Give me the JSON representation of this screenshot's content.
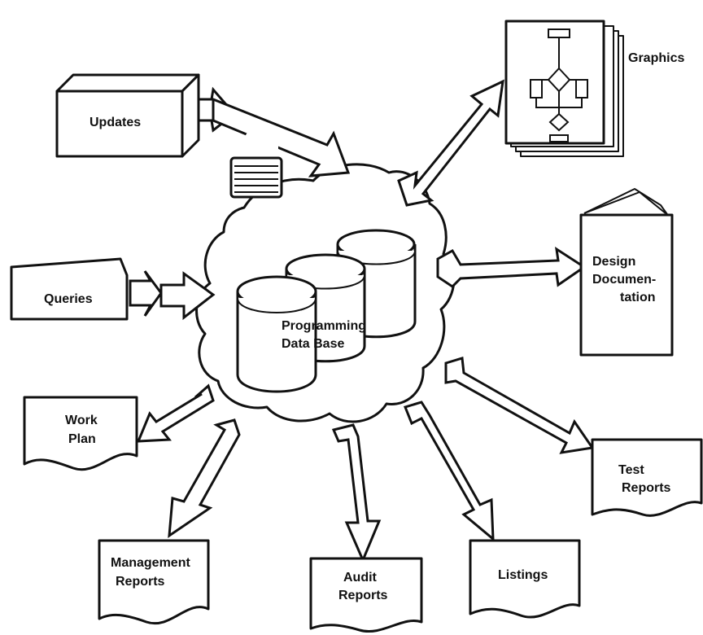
{
  "labels": {
    "updates": "Updates",
    "graphics": "Graphics",
    "queries": "Queries",
    "design_line1": "Design",
    "design_line2": "Documen-",
    "design_line3": "tation",
    "db_line1": "Programming",
    "db_line2": "Data Base",
    "work_line1": "Work",
    "work_line2": "Plan",
    "test_line1": "Test",
    "test_line2": "Reports",
    "mgmt_line1": "Management",
    "mgmt_line2": "Reports",
    "audit_line1": "Audit",
    "audit_line2": "Reports",
    "listings": "Listings"
  }
}
